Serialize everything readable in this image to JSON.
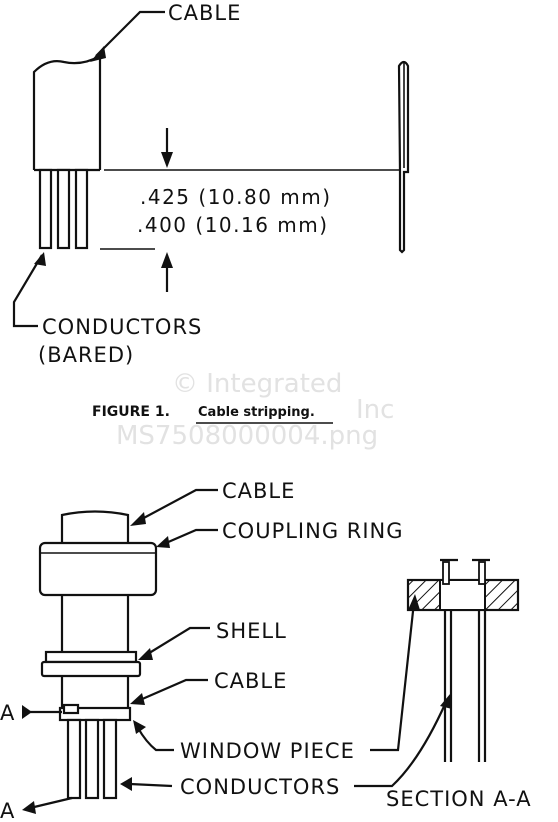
{
  "figure1": {
    "label_cable": "CABLE",
    "dim_max": ".425 (10.80 mm)",
    "dim_min": ".400 (10.16 mm)",
    "label_conductors": "CONDUCTORS",
    "label_bared": "(BARED)",
    "caption_number": "FIGURE 1.",
    "caption_text": "Cable stripping."
  },
  "watermark": {
    "line1": "© Integrated",
    "line2": "Inc",
    "line3": "MS7508000004.png"
  },
  "figure2": {
    "label_cable_top": "CABLE",
    "label_coupling_ring": "COUPLING RING",
    "label_shell": "SHELL",
    "label_cable_mid": "CABLE",
    "label_window_piece": "WINDOW PIECE",
    "label_conductors": "CONDUCTORS",
    "section_marker_top": "A",
    "section_marker_bottom": "A",
    "label_section": "SECTION A-A"
  }
}
